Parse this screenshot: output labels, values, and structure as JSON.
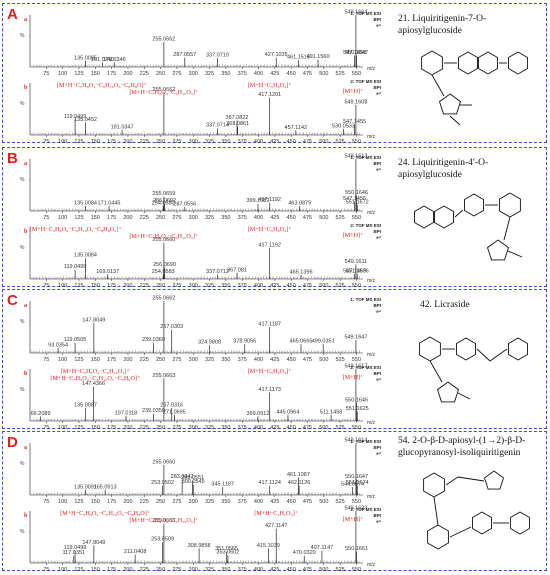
{
  "panels": [
    {
      "letter": "A",
      "compound": "21. Liquiritigenin-7-O-apiosylglucoside",
      "spectra": [
        {
          "sub": "a",
          "inst1": "1: TOF MS ESI",
          "inst2": "BPI",
          "inst3": "e⁴",
          "peaks": [
            {
              "mz": 135.0085,
              "rel": 12,
              "label": "135.0085"
            },
            {
              "mz": 161.024,
              "rel": 9,
              "label": "161.0240"
            },
            {
              "mz": 179.0346,
              "rel": 9,
              "label": "179.0346"
            },
            {
              "mz": 255.0662,
              "rel": 48,
              "label": "255.0662"
            },
            {
              "mz": 287.0557,
              "rel": 18,
              "label": "287.0557"
            },
            {
              "mz": 337.0719,
              "rel": 17,
              "label": "337.0719"
            },
            {
              "mz": 427.1035,
              "rel": 18,
              "label": "427.1035"
            },
            {
              "mz": 461.1516,
              "rel": 13,
              "label": "461.1516"
            },
            {
              "mz": 491.156,
              "rel": 14,
              "label": "491.1560"
            },
            {
              "mz": 547.1458,
              "rel": 22,
              "label": "547.1458"
            },
            {
              "mz": 549.1664,
              "rel": 100,
              "label": "549.1664"
            },
            {
              "mz": 550.1647,
              "rel": 22,
              "label": "550.1647"
            }
          ],
          "annotations": []
        },
        {
          "sub": "b",
          "inst1": "2: TOF MS ESI",
          "inst2": "BPI",
          "inst3": "e⁴",
          "peaks": [
            {
              "mz": 119.0499,
              "rel": 30,
              "label": "119.0499"
            },
            {
              "mz": 135.0452,
              "rel": 24,
              "label": "135.0452"
            },
            {
              "mz": 191.0347,
              "rel": 10,
              "label": "191.0347"
            },
            {
              "mz": 255.0662,
              "rel": 82,
              "label": "255.0662"
            },
            {
              "mz": 337.0714,
              "rel": 13,
              "label": "337.0714"
            },
            {
              "mz": 367.0822,
              "rel": 28,
              "label": "367.0822"
            },
            {
              "mz": 368.0861,
              "rel": 16,
              "label": "368.0861"
            },
            {
              "mz": 417.1201,
              "rel": 72,
              "label": "417.1201"
            },
            {
              "mz": 457.1142,
              "rel": 9,
              "label": "457.1142"
            },
            {
              "mz": 530.0533,
              "rel": 12,
              "label": "530.0533"
            },
            {
              "mz": 547.1455,
              "rel": 20,
              "label": "547.1455"
            },
            {
              "mz": 549.1608,
              "rel": 58,
              "label": "549.1608"
            }
          ],
          "annotations": [
            {
              "mz": 160,
              "text": "[M+H−C₅H₈O₄−C₆H₁₀O₅−C₈H₈O]⁺"
            },
            {
              "mz": 255,
              "text": "[M+H−C₅H₈O₄−C₆H₁₀O₅]⁺"
            },
            {
              "mz": 417,
              "text": "[M+H−C₅H₈O₄]⁺"
            },
            {
              "mz": 549,
              "text": "[M+H]⁺"
            }
          ]
        }
      ]
    },
    {
      "letter": "B",
      "compound": "24. Liquiritigenin-4′-O-apiosylglucoside",
      "spectra": [
        {
          "sub": "a",
          "inst1": "1: TOF MS ESI",
          "inst2": "BPI",
          "inst3": "e⁴",
          "peaks": [
            {
              "mz": 135.0084,
              "rel": 10,
              "label": "135.0084"
            },
            {
              "mz": 171.0445,
              "rel": 10,
              "label": "171.0445"
            },
            {
              "mz": 254.058,
              "rel": 10,
              "label": "254.0580"
            },
            {
              "mz": 255.0659,
              "rel": 28,
              "label": "255.0659"
            },
            {
              "mz": 256.0692,
              "rel": 14,
              "label": "256.0692"
            },
            {
              "mz": 287.0556,
              "rel": 8,
              "label": "287.0556"
            },
            {
              "mz": 399.1082,
              "rel": 14,
              "label": "399.1082"
            },
            {
              "mz": 417.1192,
              "rel": 16,
              "label": "417.1192"
            },
            {
              "mz": 463.0879,
              "rel": 10,
              "label": "463.0879"
            },
            {
              "mz": 547.1456,
              "rel": 18,
              "label": "547.1456"
            },
            {
              "mz": 549.1613,
              "rel": 100,
              "label": "549.1613"
            },
            {
              "mz": 550.1646,
              "rel": 30,
              "label": "550.1646"
            },
            {
              "mz": 551.1672,
              "rel": 12,
              "label": "551.1672"
            }
          ],
          "annotations": []
        },
        {
          "sub": "b",
          "inst1": "2: TOF MS ESI",
          "inst2": "BPI",
          "inst3": "e⁴",
          "peaks": [
            {
              "mz": 119.0499,
              "rel": 18,
              "label": "119.0499"
            },
            {
              "mz": 135.0084,
              "rel": 40,
              "label": "135.0084"
            },
            {
              "mz": 169.0137,
              "rel": 9,
              "label": "169.0137"
            },
            {
              "mz": 254.0583,
              "rel": 9,
              "label": "254.0583"
            },
            {
              "mz": 255.066,
              "rel": 70,
              "label": "255.0660"
            },
            {
              "mz": 256.069,
              "rel": 22,
              "label": "256.0690"
            },
            {
              "mz": 337.0712,
              "rel": 9,
              "label": "337.0712"
            },
            {
              "mz": 367.081,
              "rel": 12,
              "label": "367.081"
            },
            {
              "mz": 417.1192,
              "rel": 60,
              "label": "417.1192"
            },
            {
              "mz": 465.1396,
              "rel": 8,
              "label": "465.1396"
            },
            {
              "mz": 547.1459,
              "rel": 10,
              "label": "547.1459"
            },
            {
              "mz": 549.1611,
              "rel": 28,
              "label": "549.1611"
            },
            {
              "mz": 551.1676,
              "rel": 10,
              "label": "551.1676"
            }
          ],
          "annotations": [
            {
              "mz": 120,
              "text": "[M+H−C₅H₈O₄−C₆H₁₀O₅−C₈H₈O₂]⁺"
            },
            {
              "mz": 255,
              "text": "[M+H−C₅H₈O₄−C₆H₁₀O₅]⁺"
            },
            {
              "mz": 417,
              "text": "[M+H−C₅H₈O₄]⁺"
            },
            {
              "mz": 549,
              "text": "[M+H]⁺"
            }
          ]
        }
      ]
    },
    {
      "letter": "C",
      "compound": "42. Licraside",
      "spectra": [
        {
          "sub": "a",
          "inst1": "1: TOF MS ESI",
          "inst2": "BPI",
          "inst3": "e⁴",
          "peaks": [
            {
              "mz": 93.0354,
              "rel": 10,
              "label": "93.0354"
            },
            {
              "mz": 119.0505,
              "rel": 20,
              "label": "119.0505"
            },
            {
              "mz": 147.8049,
              "rel": 58,
              "label": "147.8049"
            },
            {
              "mz": 239.036,
              "rel": 20,
              "label": "239.0360"
            },
            {
              "mz": 255.0662,
              "rel": 100,
              "label": "255.0662"
            },
            {
              "mz": 267.0303,
              "rel": 45,
              "label": "267.0303"
            },
            {
              "mz": 324.9808,
              "rel": 15,
              "label": "324.9808"
            },
            {
              "mz": 378.9056,
              "rel": 17,
              "label": "378.9056"
            },
            {
              "mz": 417.1187,
              "rel": 50,
              "label": "417.1187"
            },
            {
              "mz": 465.0665,
              "rel": 17,
              "label": "465.0665"
            },
            {
              "mz": 499.0351,
              "rel": 17,
              "label": "499.0351"
            },
            {
              "mz": 549.1647,
              "rel": 25,
              "label": "549.1647"
            }
          ],
          "annotations": []
        },
        {
          "sub": "b",
          "inst1": "2: TOF MS ESI",
          "inst2": "BPI",
          "inst3": "e⁴",
          "peaks": [
            {
              "mz": 66.2089,
              "rel": 9,
              "label": "66.2089"
            },
            {
              "mz": 135.0087,
              "rel": 25,
              "label": "135.0087"
            },
            {
              "mz": 147.4366,
              "rel": 66,
              "label": "147.4366"
            },
            {
              "mz": 197.0118,
              "rel": 10,
              "label": "197.0118"
            },
            {
              "mz": 239.035,
              "rel": 14,
              "label": "239.0350"
            },
            {
              "mz": 255.0663,
              "rel": 82,
              "label": "255.0663"
            },
            {
              "mz": 267.0316,
              "rel": 25,
              "label": "267.0316"
            },
            {
              "mz": 271.0695,
              "rel": 12,
              "label": "271.0695"
            },
            {
              "mz": 399.0912,
              "rel": 9,
              "label": "399.0912"
            },
            {
              "mz": 417.1173,
              "rel": 55,
              "label": "417.1173"
            },
            {
              "mz": 445.0964,
              "rel": 12,
              "label": "445.0964"
            },
            {
              "mz": 511.1458,
              "rel": 12,
              "label": "511.1458"
            },
            {
              "mz": 549.1617,
              "rel": 100,
              "label": "549.1617"
            },
            {
              "mz": 550.1646,
              "rel": 35,
              "label": "550.1646"
            },
            {
              "mz": 551.1625,
              "rel": 18,
              "label": "551.1625"
            }
          ],
          "annotations": [
            {
              "mz": 150,
              "text": "[M+H−C₅H₈O₄−C₆H₁₀O₅]⁺"
            },
            {
              "mz": 150,
              "text": "[M+H−C₅H₈O₄−C₆H₁₀O₅−C₈H₈O]⁺"
            },
            {
              "mz": 417,
              "text": "[M+H−C₅H₈O₄]⁺"
            },
            {
              "mz": 549,
              "text": "[M+H]⁺"
            }
          ]
        }
      ]
    },
    {
      "letter": "D",
      "compound": "54. 2-O-β-D-apiosyl-(1→2)-β-D-glucopyranosyl-isoliquiritigenin",
      "spectra": [
        {
          "sub": "a",
          "inst1": "1: TOF MS ESI",
          "inst2": "BPI",
          "inst3": "e⁴",
          "peaks": [
            {
              "mz": 135.0091,
              "rel": 10,
              "label": "135.0091"
            },
            {
              "mz": 165.0913,
              "rel": 10,
              "label": "165.0913"
            },
            {
              "mz": 253.0502,
              "rel": 18,
              "label": "253.0502"
            },
            {
              "mz": 255.066,
              "rel": 58,
              "label": "255.0660"
            },
            {
              "mz": 283.0242,
              "rel": 30,
              "label": "283.0242"
            },
            {
              "mz": 299.0551,
              "rel": 28,
              "label": "299.0551"
            },
            {
              "mz": 300.0545,
              "rel": 20,
              "label": "300.0545"
            },
            {
              "mz": 345.1187,
              "rel": 15,
              "label": "345.1187"
            },
            {
              "mz": 417.1124,
              "rel": 18,
              "label": "417.1124"
            },
            {
              "mz": 461.1087,
              "rel": 34,
              "label": "461.1087"
            },
            {
              "mz": 462.1126,
              "rel": 18,
              "label": "462.1126"
            },
            {
              "mz": 544.0674,
              "rel": 15,
              "label": "544.0674"
            },
            {
              "mz": 549.1614,
              "rel": 100,
              "label": "549.1614"
            },
            {
              "mz": 550.1647,
              "rel": 30,
              "label": "550.1647"
            },
            {
              "mz": 551.1674,
              "rel": 18,
              "label": "551.1674"
            }
          ],
          "annotations": []
        },
        {
          "sub": "b",
          "inst1": "2: TOF MS ESI",
          "inst2": "BPI",
          "inst3": "e⁴",
          "peaks": [
            {
              "mz": 117.0351,
              "rel": 14,
              "label": "117.0351"
            },
            {
              "mz": 119.0499,
              "rel": 24,
              "label": "119.0499"
            },
            {
              "mz": 147.8049,
              "rel": 34,
              "label": "147.8049"
            },
            {
              "mz": 211.0408,
              "rel": 16,
              "label": "211.0408"
            },
            {
              "mz": 253.0509,
              "rel": 40,
              "label": "253.0509"
            },
            {
              "mz": 255.0663,
              "rel": 76,
              "label": "255.0663"
            },
            {
              "mz": 308.9858,
              "rel": 28,
              "label": "308.9858"
            },
            {
              "mz": 351.0565,
              "rel": 22,
              "label": "351.0565"
            },
            {
              "mz": 353.0602,
              "rel": 15,
              "label": "353.0602"
            },
            {
              "mz": 415.1039,
              "rel": 28,
              "label": "415.1039"
            },
            {
              "mz": 427.1147,
              "rel": 66,
              "label": "427.1147"
            },
            {
              "mz": 470.032,
              "rel": 14,
              "label": "470.0320"
            },
            {
              "mz": 497.1147,
              "rel": 24,
              "label": "497.1147"
            },
            {
              "mz": 549.1633,
              "rel": 100,
              "label": "549.1633"
            },
            {
              "mz": 550.1661,
              "rel": 22,
              "label": "550.1661"
            }
          ],
          "annotations": [
            {
              "mz": 165,
              "text": "[M+H−C₅H₈O₄−C₆H₁₀O₅−C₈H₈O]⁺"
            },
            {
              "mz": 255,
              "text": "[M+H−C₅H₈O₄−C₆H₁₀O₅]⁺"
            },
            {
              "mz": 427,
              "text": "[M+H−C₄H₆O₃]⁺"
            },
            {
              "mz": 549,
              "text": "[M+H]⁺"
            }
          ]
        }
      ]
    }
  ],
  "axis": {
    "ticks": [
      "75",
      "100",
      "125",
      "150",
      "175",
      "200",
      "225",
      "250",
      "275",
      "300",
      "325",
      "350",
      "375",
      "400",
      "425",
      "450",
      "475",
      "500",
      "525",
      "550"
    ],
    "tick_values": [
      75,
      100,
      125,
      150,
      175,
      200,
      225,
      250,
      275,
      300,
      325,
      350,
      375,
      400,
      425,
      450,
      475,
      500,
      525,
      550
    ],
    "unit": "m/z",
    "pct": "%",
    "xlim": [
      50,
      560
    ]
  },
  "colors": {
    "panel_border": "#3a4fd0",
    "letter": "#e02020",
    "annotation": "#e02020",
    "spectrum": "#222222"
  }
}
